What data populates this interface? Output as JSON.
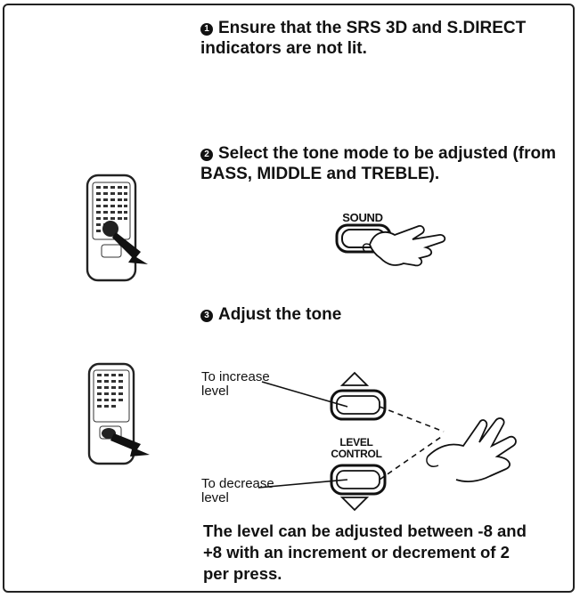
{
  "steps": [
    {
      "number": "1",
      "text_line1": "Ensure that the SRS 3D and S.DIRECT",
      "text_line2": "indicators are not lit."
    },
    {
      "number": "2",
      "text_line1": "Select the tone mode to be adjusted (from",
      "text_line2": "BASS, MIDDLE and TREBLE)."
    },
    {
      "number": "3",
      "text_line1": "Adjust the tone"
    }
  ],
  "sound_button": {
    "label": "SOUND"
  },
  "level_control": {
    "label_line1": "LEVEL",
    "label_line2": "CONTROL",
    "increase_line1": "To increase",
    "increase_line2": "level",
    "decrease_line1": "To decrease",
    "decrease_line2": "level"
  },
  "note": {
    "line1": "The level can be adjusted between -8 and",
    "line2": "+8 with an increment or decrement of 2",
    "line3": "per press."
  }
}
